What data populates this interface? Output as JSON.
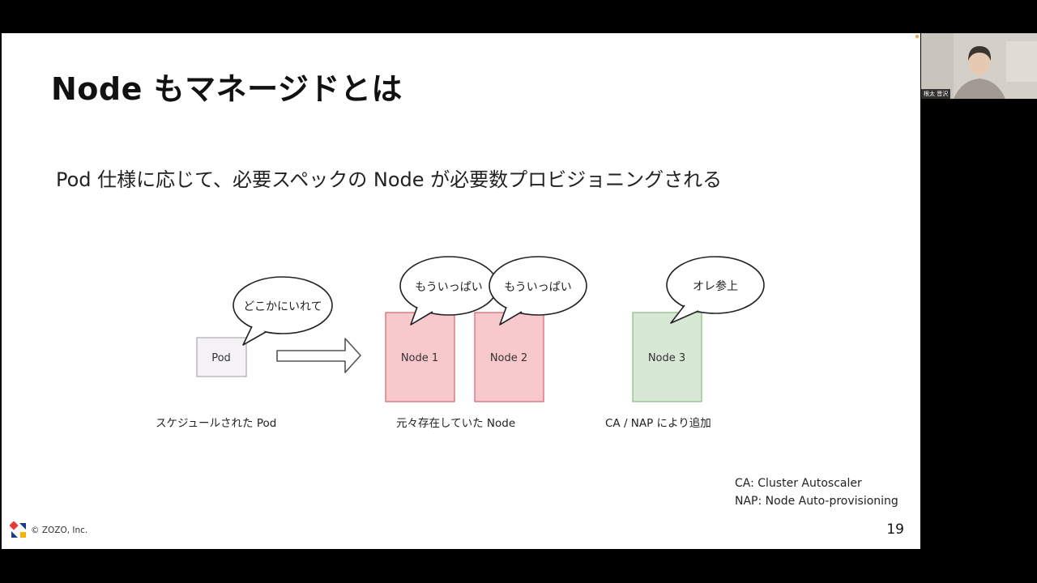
{
  "slide": {
    "title": "Node もマネージドとは",
    "subtitle": "Pod 仕様に応じて、必要スペックの Node が必要数プロビジョニングされる",
    "page_number": "19",
    "footer_copyright": "© ZOZO, Inc."
  },
  "diagram": {
    "pod_label": "Pod",
    "pod_bubble": "どこかにいれて",
    "node1_label": "Node 1",
    "node1_bubble": "もういっぱい",
    "node2_label": "Node 2",
    "node2_bubble": "もういっぱい",
    "node3_label": "Node 3",
    "node3_bubble": "オレ参上",
    "caption_pod": "スケジュールされた Pod",
    "caption_existing": "元々存在していた Node",
    "caption_new": "CA / NAP により追加"
  },
  "legend": {
    "ca": "CA:   Cluster Autoscaler",
    "nap": "NAP: Node Auto-provisioning"
  },
  "webcam": {
    "name": "根太 晋沢"
  },
  "colors": {
    "pod_fill": "#f4f2f5",
    "existing_node_fill": "#f8c9cc",
    "existing_node_border": "#d66c78",
    "new_node_fill": "#d7e8d4",
    "new_node_border": "#8fbf86",
    "logo_red": "#e53935",
    "logo_blue": "#1e3a8a",
    "logo_yellow": "#f4b400"
  }
}
